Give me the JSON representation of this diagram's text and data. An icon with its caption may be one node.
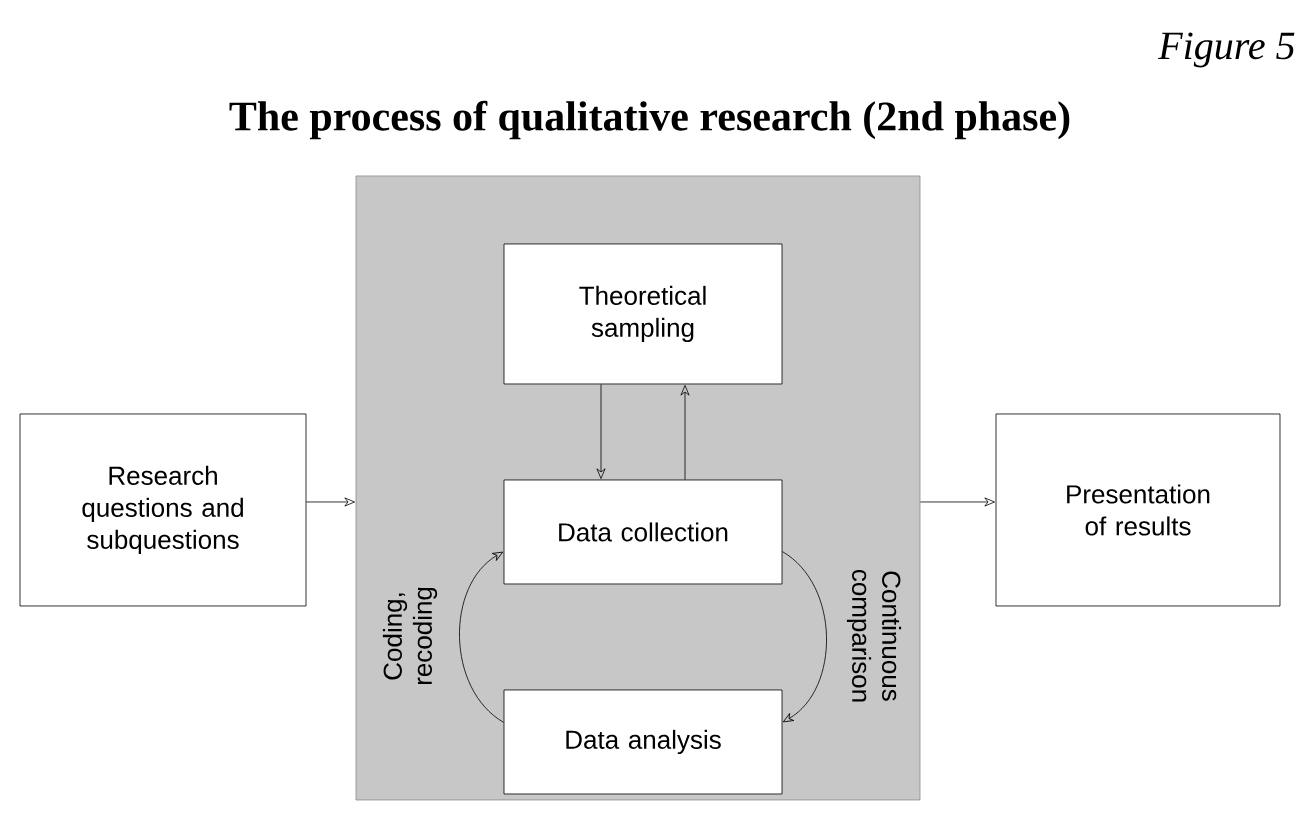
{
  "diagram": {
    "title": "The process of qualitative research (2nd phase)",
    "nodes": [
      {
        "text": [
          "Research questions and subquestions"
        ]
      },
      {
        "text": [],
        "shape": "box"
      },
      {
        "text": [
          "Theoretical sampling"
        ],
        "in": 1
      },
      {
        "text": [
          "Data collection"
        ],
        "in": 1
      },
      {
        "text": [
          "Data analysis"
        ],
        "in": 1
      },
      {
        "text": [
          "Presentation of results"
        ]
      }
    ],
    "edges": [
      {
        "from": 0,
        "to": 1,
        "arrow": "to"
      },
      {
        "from": 2,
        "to": 3,
        "arrow": "to"
      },
      {
        "from": 3,
        "to": 2,
        "arrow": "to"
      },
      {
        "from": 3,
        "to": 4,
        "arrow": "to",
        "label": "Continuous comparison"
      },
      {
        "from": 4,
        "to": 3,
        "arrow": "to",
        "label": "Coding, recoding"
      },
      {
        "from": 1,
        "to": 5,
        "arrow": "to"
      }
    ],
    "labels": [
      "Figure 5"
    ]
  }
}
